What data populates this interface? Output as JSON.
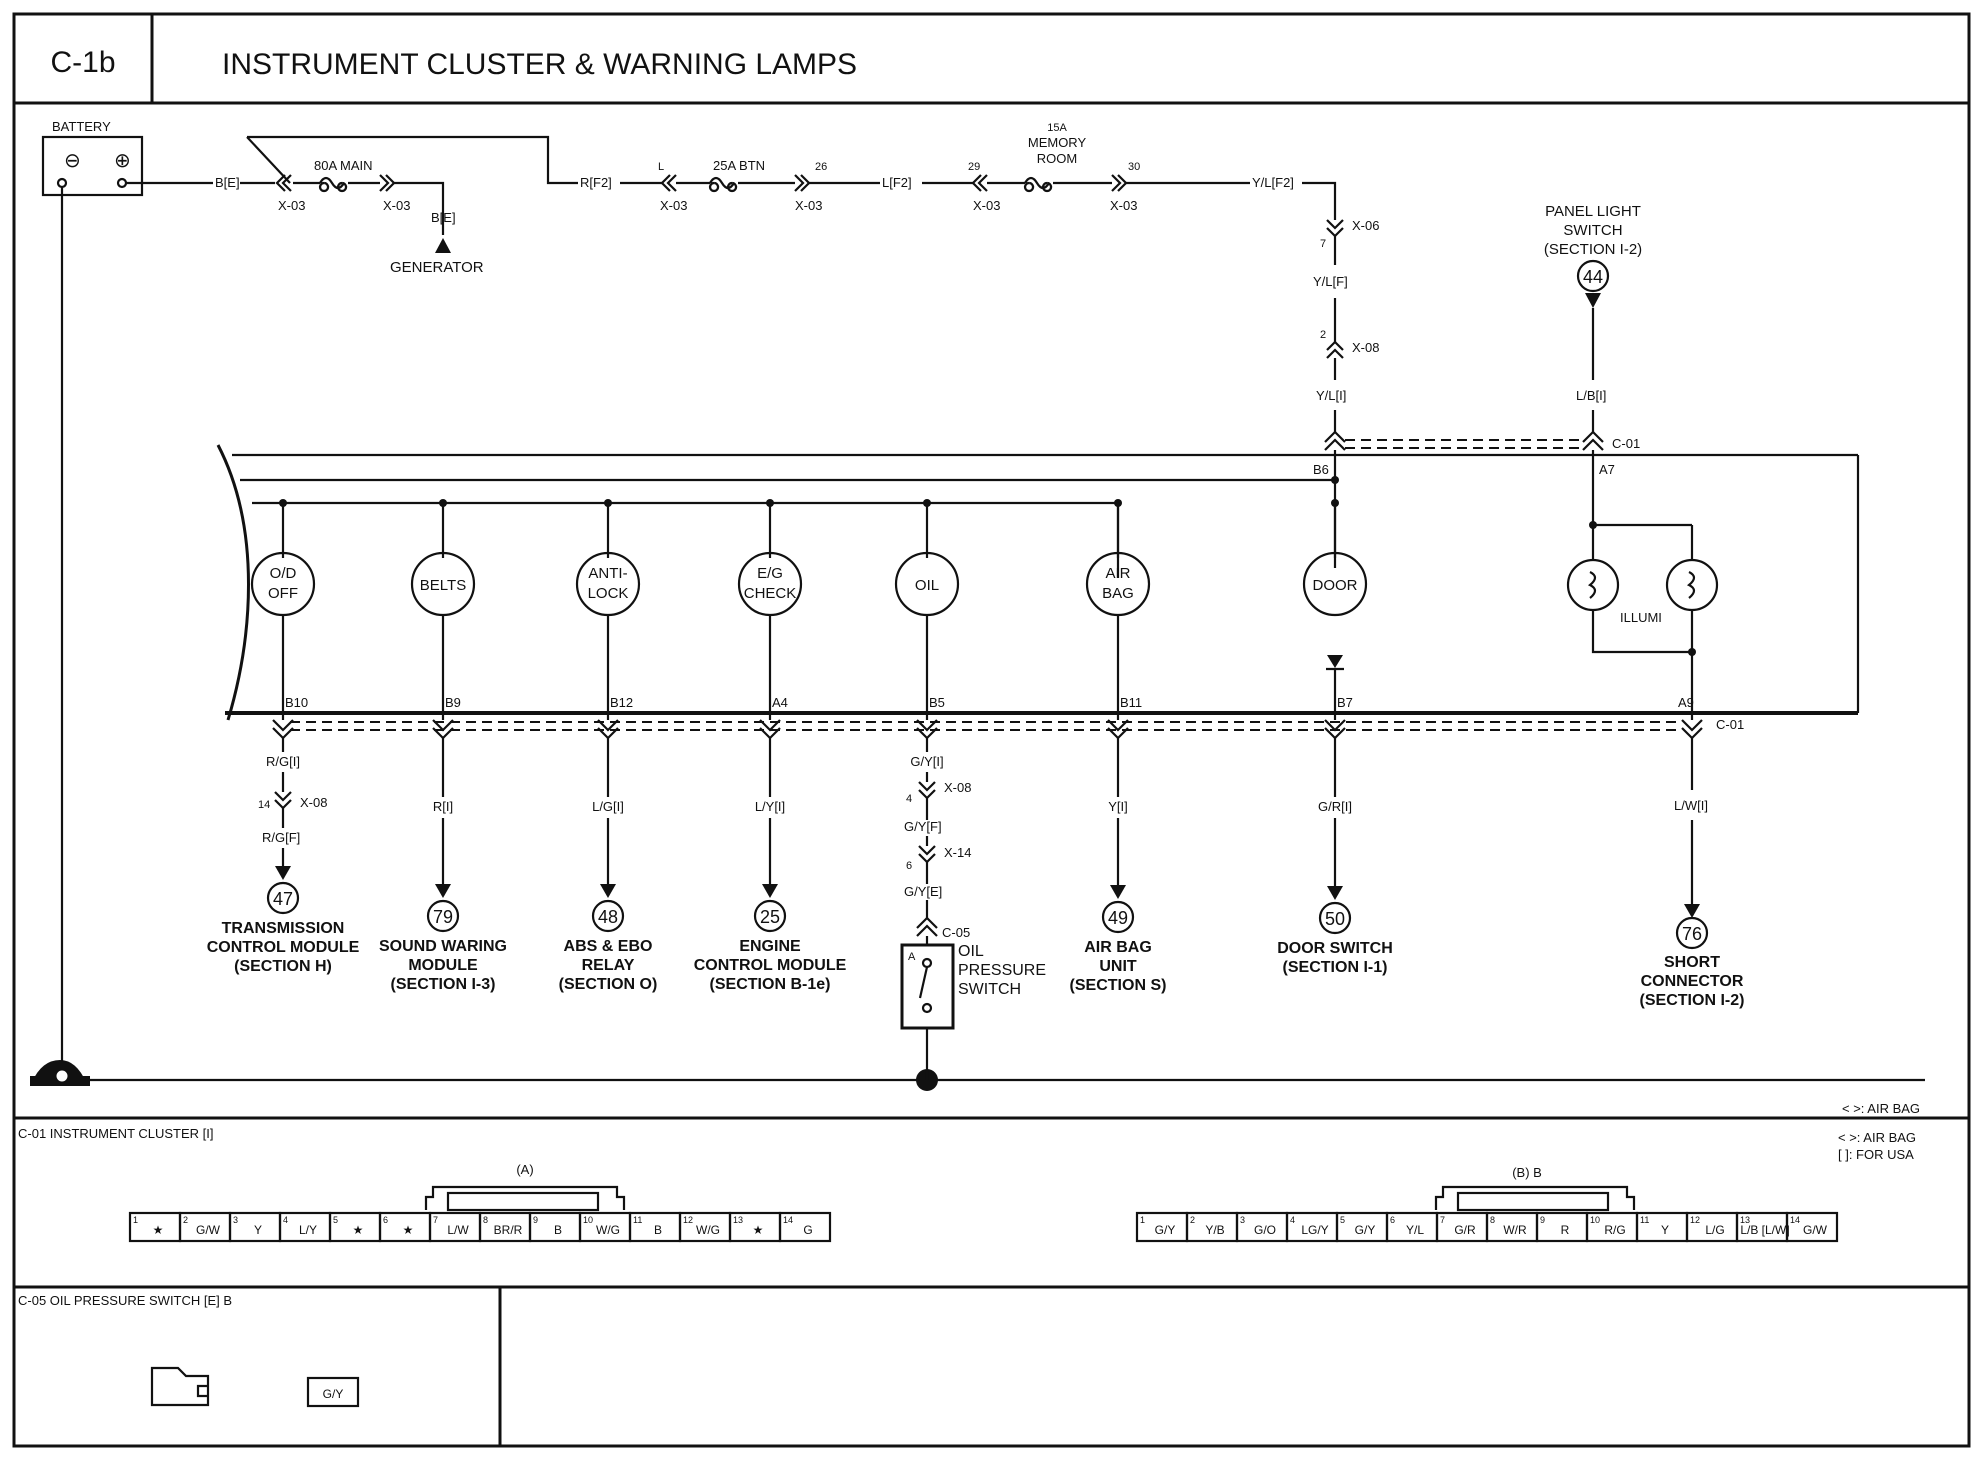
{
  "header": {
    "code": "C-1b",
    "title": "INSTRUMENT CLUSTER & WARNING LAMPS"
  },
  "battery": {
    "label": "BATTERY",
    "minus": "⊖",
    "plus": "⊕"
  },
  "wires": {
    "b_e": "B[E]",
    "b_e2": "B[E]",
    "r_f2": "R[F2]",
    "l_f2": "L[F2]",
    "yl_f2": "Y/L[F2]",
    "yl_f": "Y/L[F]",
    "yl_i": "Y/L[I]",
    "lb_i": "L/B[I]"
  },
  "fuses": {
    "main": "80A MAIN",
    "btn": "25A BTN",
    "memory": [
      "15A",
      "MEMORY",
      "ROOM"
    ]
  },
  "connectors": {
    "x03": "X-03",
    "x06": "X-06",
    "x08": "X-08",
    "x14": "X-14",
    "c01": "C-01",
    "c05": "C-05",
    "pin_l": "L",
    "pin_26": "26",
    "pin_29": "29",
    "pin_30": "30",
    "pin_7": "7",
    "pin_2": "2",
    "b6": "B6",
    "a7": "A7"
  },
  "generator": "GENERATOR",
  "panel_switch": {
    "lines": [
      "PANEL LIGHT",
      "SWITCH",
      "(SECTION I-2)"
    ],
    "num": "44"
  },
  "illumi": "ILLUMI",
  "lamps": [
    {
      "lines": [
        "O/D",
        "OFF"
      ],
      "pin": "B10",
      "wire": "R/G[I]",
      "num": "47",
      "dest": [
        "TRANSMISSION",
        "CONTROL MODULE",
        "(SECTION H)"
      ]
    },
    {
      "lines": [
        "BELTS"
      ],
      "pin": "B9",
      "wire": "R[I]",
      "num": "79",
      "dest": [
        "SOUND WARING",
        "MODULE",
        "(SECTION I-3)"
      ]
    },
    {
      "lines": [
        "ANTI-",
        "LOCK"
      ],
      "pin": "B12",
      "wire": "L/G[I]",
      "num": "48",
      "dest": [
        "ABS & EBO",
        "RELAY",
        "(SECTION O)"
      ]
    },
    {
      "lines": [
        "E/G",
        "CHECK"
      ],
      "pin": "A4",
      "wire": "L/Y[I]",
      "num": "25",
      "dest": [
        "ENGINE",
        "CONTROL MODULE",
        "(SECTION B-1e)"
      ]
    },
    {
      "lines": [
        "OIL"
      ],
      "pin": "B5",
      "wire": "G/Y[I]",
      "num": "",
      "dest": []
    },
    {
      "lines": [
        "AIR",
        "BAG"
      ],
      "pin": "B11",
      "wire": "Y[I]",
      "num": "49",
      "dest": [
        "AIR BAG",
        "UNIT",
        "(SECTION S)"
      ]
    },
    {
      "lines": [
        "DOOR"
      ],
      "pin": "B7",
      "wire": "G/R[I]",
      "num": "50",
      "dest": [
        "DOOR SWITCH",
        "(SECTION I-1)"
      ]
    }
  ],
  "od_extra": {
    "pin14": "14",
    "wire_f": "R/G[F]"
  },
  "oil_extra": {
    "pin4": "4",
    "wire_f": "G/Y[F]",
    "pin6": "6",
    "wire_e": "G/Y[E]",
    "switch_a": "A",
    "switch_label": [
      "OIL",
      "PRESSURE",
      "SWITCH"
    ]
  },
  "a9": {
    "pin": "A9",
    "wire": "L/W[I]",
    "num": "76",
    "dest": [
      "SHORT",
      "CONNECTOR",
      "(SECTION I-2)"
    ]
  },
  "legend": {
    "air_bag": "< >: AIR BAG",
    "air_bag2": "< >: AIR BAG",
    "usa": "[ ]: FOR USA"
  },
  "c01_panel": {
    "title": "C-01 INSTRUMENT CLUSTER [I]",
    "a_label": "(A)",
    "b_label": "(B) B",
    "a_pins": [
      {
        "n": "1",
        "t": "★"
      },
      {
        "n": "2",
        "t": "G/W"
      },
      {
        "n": "3",
        "t": "Y"
      },
      {
        "n": "4",
        "t": "L/Y"
      },
      {
        "n": "5",
        "t": "★"
      },
      {
        "n": "6",
        "t": "★"
      },
      {
        "n": "7",
        "t": "L/W"
      },
      {
        "n": "8",
        "t": "BR/R"
      },
      {
        "n": "9",
        "t": "B"
      },
      {
        "n": "10",
        "t": "W/G"
      },
      {
        "n": "11",
        "t": "B"
      },
      {
        "n": "12",
        "t": "W/G"
      },
      {
        "n": "13",
        "t": "★"
      },
      {
        "n": "14",
        "t": "G"
      }
    ],
    "b_pins": [
      {
        "n": "1",
        "t": "G/Y"
      },
      {
        "n": "2",
        "t": "Y/B"
      },
      {
        "n": "3",
        "t": "G/O"
      },
      {
        "n": "4",
        "t": "LG/Y"
      },
      {
        "n": "5",
        "t": "G/Y"
      },
      {
        "n": "6",
        "t": "Y/L"
      },
      {
        "n": "7",
        "t": "G/R"
      },
      {
        "n": "8",
        "t": "W/R"
      },
      {
        "n": "9",
        "t": "R"
      },
      {
        "n": "10",
        "t": "R/G"
      },
      {
        "n": "11",
        "t": "Y"
      },
      {
        "n": "12",
        "t": "L/G"
      },
      {
        "n": "13",
        "t": "L/B [L/W]"
      },
      {
        "n": "14",
        "t": "G/W"
      }
    ]
  },
  "c05_panel": {
    "title": "C-05 OIL PRESSURE SWITCH [E] B",
    "pin": "G/Y"
  }
}
